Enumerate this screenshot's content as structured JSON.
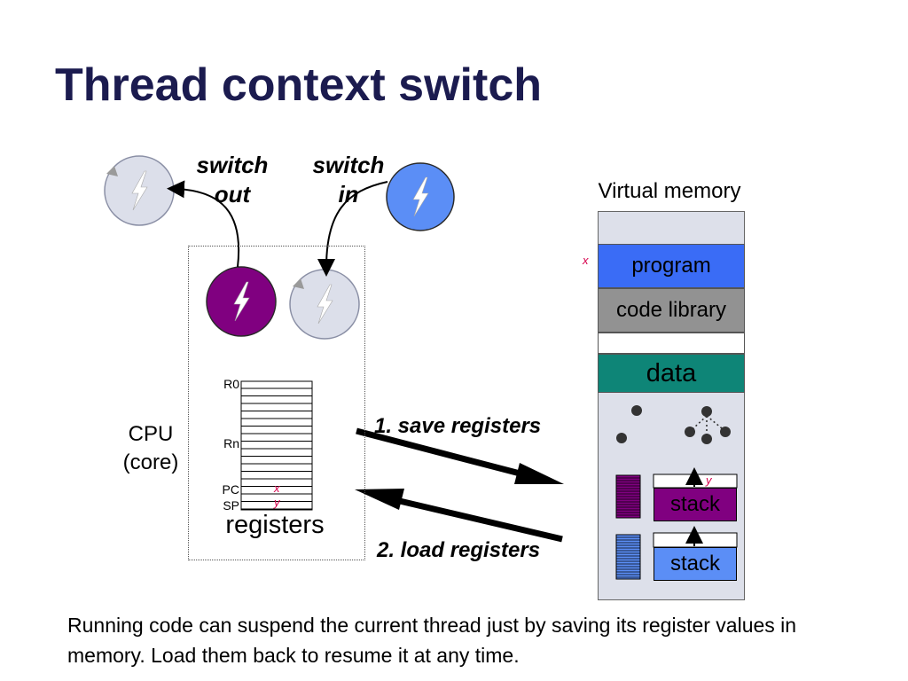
{
  "title": "Thread context switch",
  "switch_out_label": "switch\nout",
  "switch_in_label": "switch\nin",
  "cpu_label": "CPU\n(core)",
  "registers": {
    "r0": "R0",
    "rn": "Rn",
    "pc": "PC",
    "sp": "SP",
    "pc_value": "x",
    "sp_value": "y",
    "caption": "registers"
  },
  "virtual_memory": {
    "title": "Virtual memory",
    "program_marker": "x",
    "segments": {
      "program": "program",
      "code_library": "code library",
      "data": "data"
    },
    "stack1_label": "stack",
    "stack1_pointer": "y",
    "stack2_label": "stack"
  },
  "arrows": {
    "save": "1. save registers",
    "load": "2. load registers"
  },
  "caption": "Running code can suspend the current thread just by saving its register values in memory.  Load them back to resume it at any time.",
  "colors": {
    "title": "#1b1b4f",
    "thread_active": "#800080",
    "thread_blue": "#5b8ef6",
    "thread_idle": "#dcdfea",
    "program": "#3a6cf6",
    "code_library": "#929292",
    "data": "#0e8577",
    "marker": "#d6004c"
  },
  "icons": [
    "lightning-icon"
  ]
}
